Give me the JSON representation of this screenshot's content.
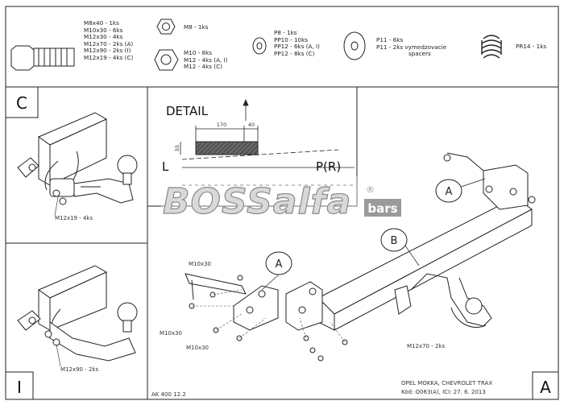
{
  "parts": {
    "bolt_m8x40": [
      "M8x40 - 1ks",
      "M10x30 - 6ks",
      "M12x30 - 4ks",
      "M12x70 - 2ks (A)",
      "M12x90 - 2ks (I)",
      "M12x19 - 4ks (C)"
    ],
    "nut_m8": [
      "M8 - 1ks"
    ],
    "nut_m10": [
      "M10 - 8ks",
      "M12 - 4ks (A, I)",
      "M12 - 4ks (C)"
    ],
    "washer_small": [
      "P8 - 1ks",
      "PP10 - 10ks",
      "PP12 - 6ks (A, I)",
      "PP12 - 8ks (C)"
    ],
    "washer_large": [
      "P11 - 6ks",
      "P11 - 2ks vymedzovacie",
      "spacers"
    ],
    "spring": [
      "PR14 - 1ks"
    ]
  },
  "frames": {
    "top_left_letter": "C",
    "bottom_left_letter": "I",
    "bottom_right_letter": "A"
  },
  "detail": {
    "title": "DETAIL",
    "dim_left": "170",
    "dim_right": "40",
    "dim_height": "55",
    "label_left": "L",
    "label_right": "P(R)"
  },
  "callouts": {
    "c_bolt": "M12x19 - 4ks",
    "i_bolt": "M12x90 - 2ks",
    "a_bolt": "M12x70 - 2ks",
    "m10x30_top": "M10x30",
    "m10x30_mid": "M10x30",
    "m10x30_bottom": "M10x30",
    "bubble_a1": "A",
    "bubble_a2": "A",
    "bubble_b": "B"
  },
  "footer": {
    "drawing_no": "AK 400 12.2",
    "vehicle": "OPEL MOKKA, CHEVROLET TRAX",
    "code": "Kód: O063(A), ICI: 27. 6. 2013"
  },
  "watermark": {
    "brand": "BOSSalfa",
    "reg": "®",
    "suffix": "bars"
  }
}
